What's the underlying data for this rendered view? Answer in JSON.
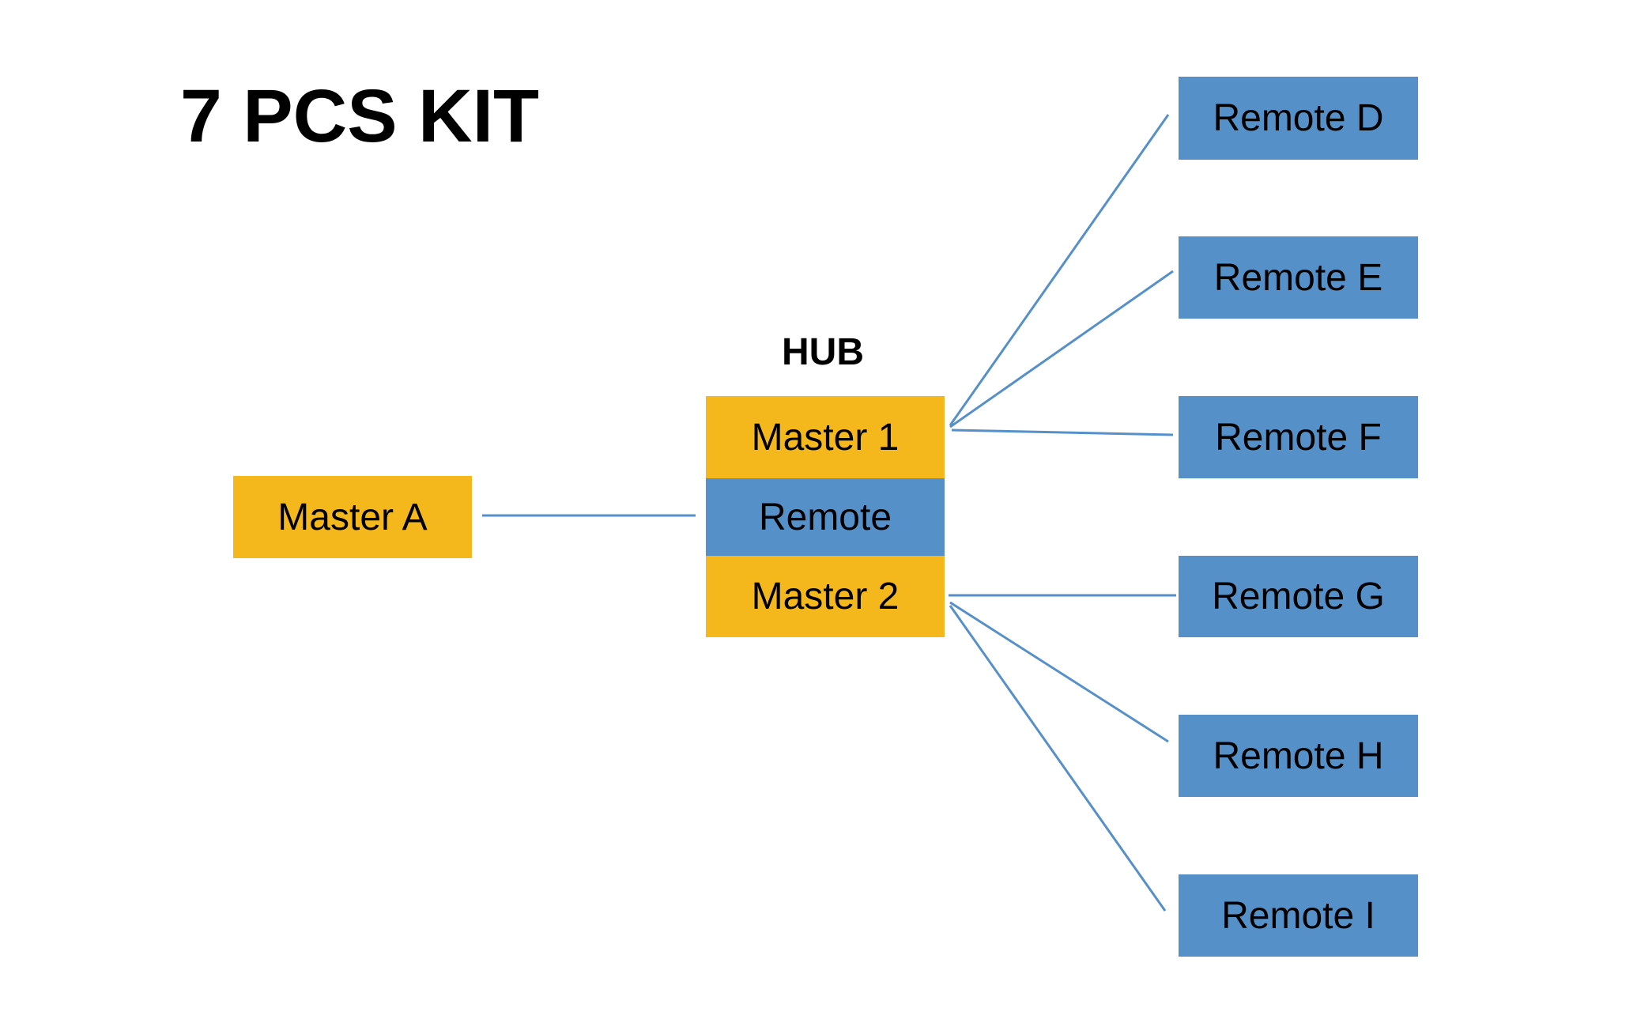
{
  "title": "7 PCS KIT",
  "hub": {
    "label": "HUB",
    "master1": "Master 1",
    "remote": "Remote",
    "master2": "Master 2"
  },
  "master_a": "Master A",
  "remotes": {
    "d": "Remote D",
    "e": "Remote E",
    "f": "Remote F",
    "g": "Remote G",
    "h": "Remote H",
    "i": "Remote I"
  },
  "colors": {
    "master": "#F4B81C",
    "remote": "#5690C8",
    "link": "#5690C8"
  }
}
